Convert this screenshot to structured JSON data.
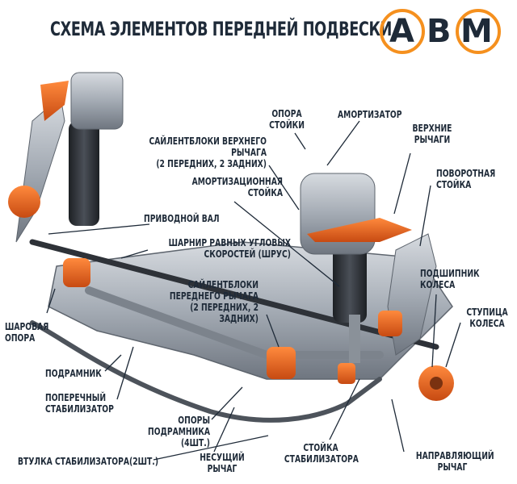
{
  "title": "СХЕМА ЭЛЕМЕНТОВ ПЕРЕДНЕЙ ПОДВЕСКИ",
  "logo": {
    "letter1": "A",
    "letter2": "B",
    "letter3": "M",
    "ring_color": "#f5901e",
    "text_color": "#1e2a38"
  },
  "labels": {
    "opora_stoyki": "ОПОРА\nСТОЙКИ",
    "amortizator": "АМОРТИЗАТОР",
    "verhnie_rychagi": "ВЕРХНИЕ\nРЫЧАГИ",
    "saylentbloki_verhnego": "САЙЛЕНТБЛОКИ ВЕРХНЕГО РЫЧАГА\n(2 ПЕРЕДНИХ, 2 ЗАДНИХ)",
    "povorotnaya_stoyka": "ПОВОРОТНАЯ\nСТОЙКА",
    "amortizacionnaya_stoyka": "АМОРТИЗАЦИОННАЯ\nСТОЙКА",
    "privodnoy_val": "ПРИВОДНОЙ ВАЛ",
    "sharnir": "ШАРНИР РАВНЫХ УГЛОВЫХ\nСКОРОСТЕЙ (ШРУС)",
    "podshipnik": "ПОДШИПНИК\nКОЛЕСА",
    "saylentbloki_perednego": "САЙЛЕНТБЛОКИ\nПЕРЕДНЕГО РЫЧАГА\n(2 ПЕРЕДНИХ, 2 ЗАДНИХ)",
    "stupica": "СТУПИЦА\nКОЛЕСА",
    "sharovaya_opora": "ШАРОВАЯ\nОПОРА",
    "podramnik": "ПОДРАМНИК",
    "poperechny_stabilizator": "ПОПЕРЕЧНЫЙ\nСТАБИЛИЗАТОР",
    "opory_podramnika": "ОПОРЫ\nПОДРАМНИКА (4ШТ.)",
    "vtulka": "ВТУЛКА СТАБИЛИЗАТОРА(2ШТ.)",
    "nesushiy": "НЕСУЩИЙ\nРЫЧАГ",
    "stoyka_stabilizatora": "СТОЙКА\nСТАБИЛИЗАТОРА",
    "napravlyayushiy": "НАПРАВЛЯЮЩИЙ\nРЫЧАГ"
  },
  "colors": {
    "accent": "#e8611e",
    "metal": "#9aa2ab",
    "dark": "#2b2f35",
    "text": "#1e2a38"
  }
}
